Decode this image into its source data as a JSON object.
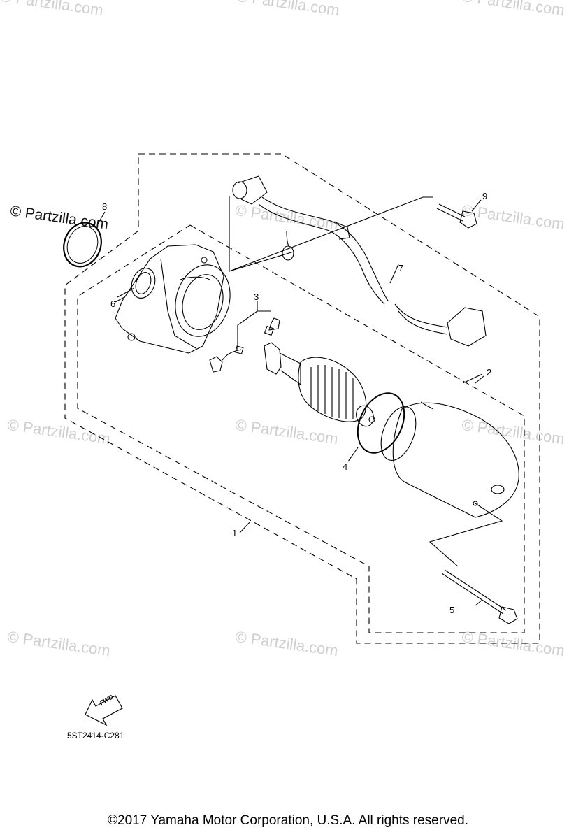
{
  "watermarks": {
    "text": "© Partzilla.com",
    "strong_text": "© Partzilla.com"
  },
  "callouts": {
    "c1": "1",
    "c2": "2",
    "c3": "3",
    "c4": "4",
    "c5": "5",
    "c6": "6",
    "c7": "7",
    "c8": "8",
    "c9": "9"
  },
  "fwd_label": "FWD",
  "diagram_code": "5ST2414-C281",
  "copyright": "©2017  Yamaha Motor Corporation, U.S.A. All rights reserved.",
  "icons": [
    "fwd-arrow-icon"
  ]
}
